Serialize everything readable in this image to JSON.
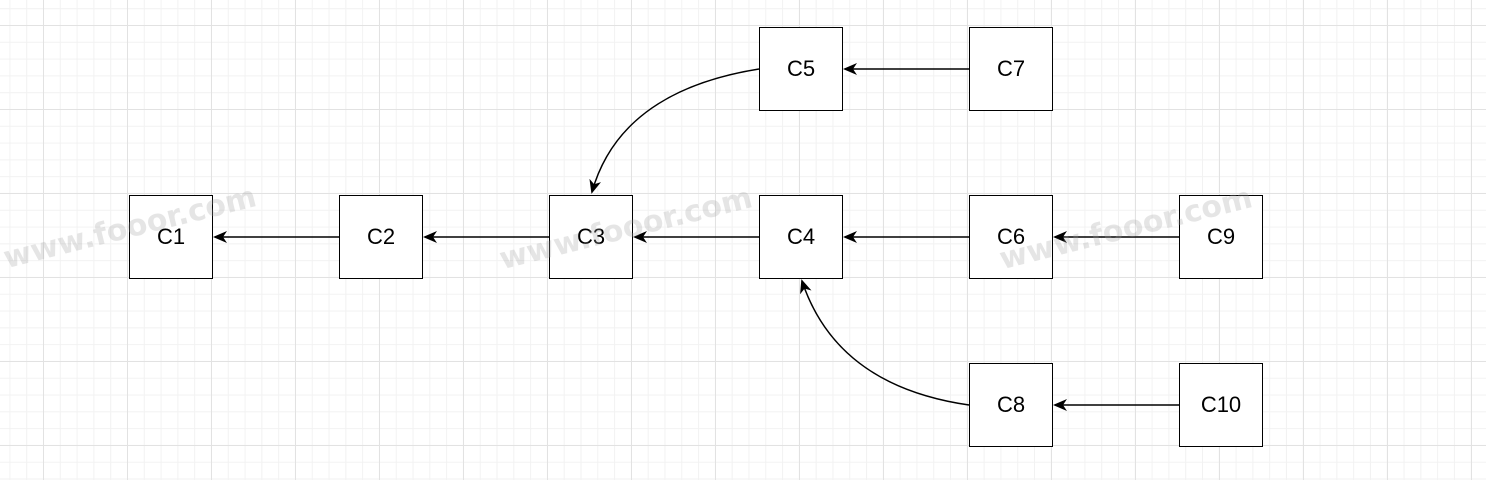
{
  "watermark": "www.fooor.com",
  "nodes": {
    "c1": "C1",
    "c2": "C2",
    "c3": "C3",
    "c4": "C4",
    "c5": "C5",
    "c6": "C6",
    "c7": "C7",
    "c8": "C8",
    "c9": "C9",
    "c10": "C10"
  },
  "edges": [
    {
      "from": "C2",
      "to": "C1"
    },
    {
      "from": "C3",
      "to": "C2"
    },
    {
      "from": "C4",
      "to": "C3"
    },
    {
      "from": "C5",
      "to": "C3"
    },
    {
      "from": "C6",
      "to": "C4"
    },
    {
      "from": "C7",
      "to": "C5"
    },
    {
      "from": "C8",
      "to": "C4"
    },
    {
      "from": "C9",
      "to": "C6"
    },
    {
      "from": "C10",
      "to": "C8"
    }
  ]
}
